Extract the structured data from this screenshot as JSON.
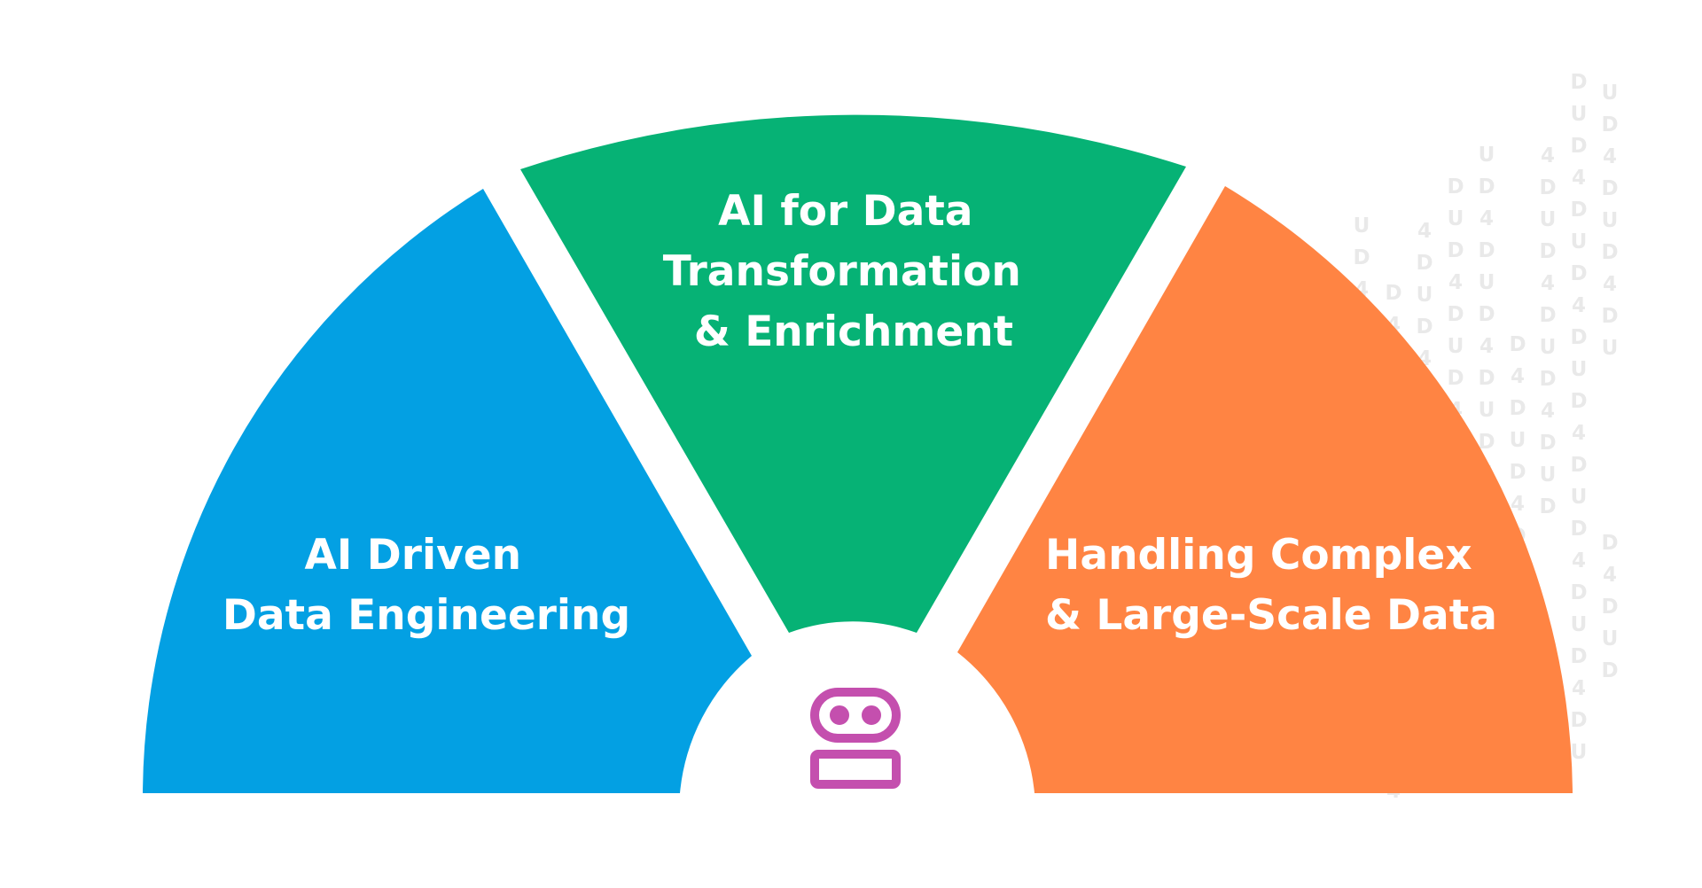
{
  "diagram": {
    "center_icon": "robot-face-icon",
    "segments": [
      {
        "id": "engineering",
        "color": "#03a0e3",
        "lines": [
          "AI Driven",
          "Data Engineering"
        ]
      },
      {
        "id": "transformation",
        "color": "#06b275",
        "lines": [
          "AI for Data",
          "Transformation",
          "& Enrichment"
        ]
      },
      {
        "id": "complex",
        "color": "#ff8443",
        "lines": [
          "Handling Complex",
          "& Large-Scale Data"
        ]
      }
    ],
    "icon_color": "#c44fae",
    "watermark_color": "#e9e9e9"
  }
}
